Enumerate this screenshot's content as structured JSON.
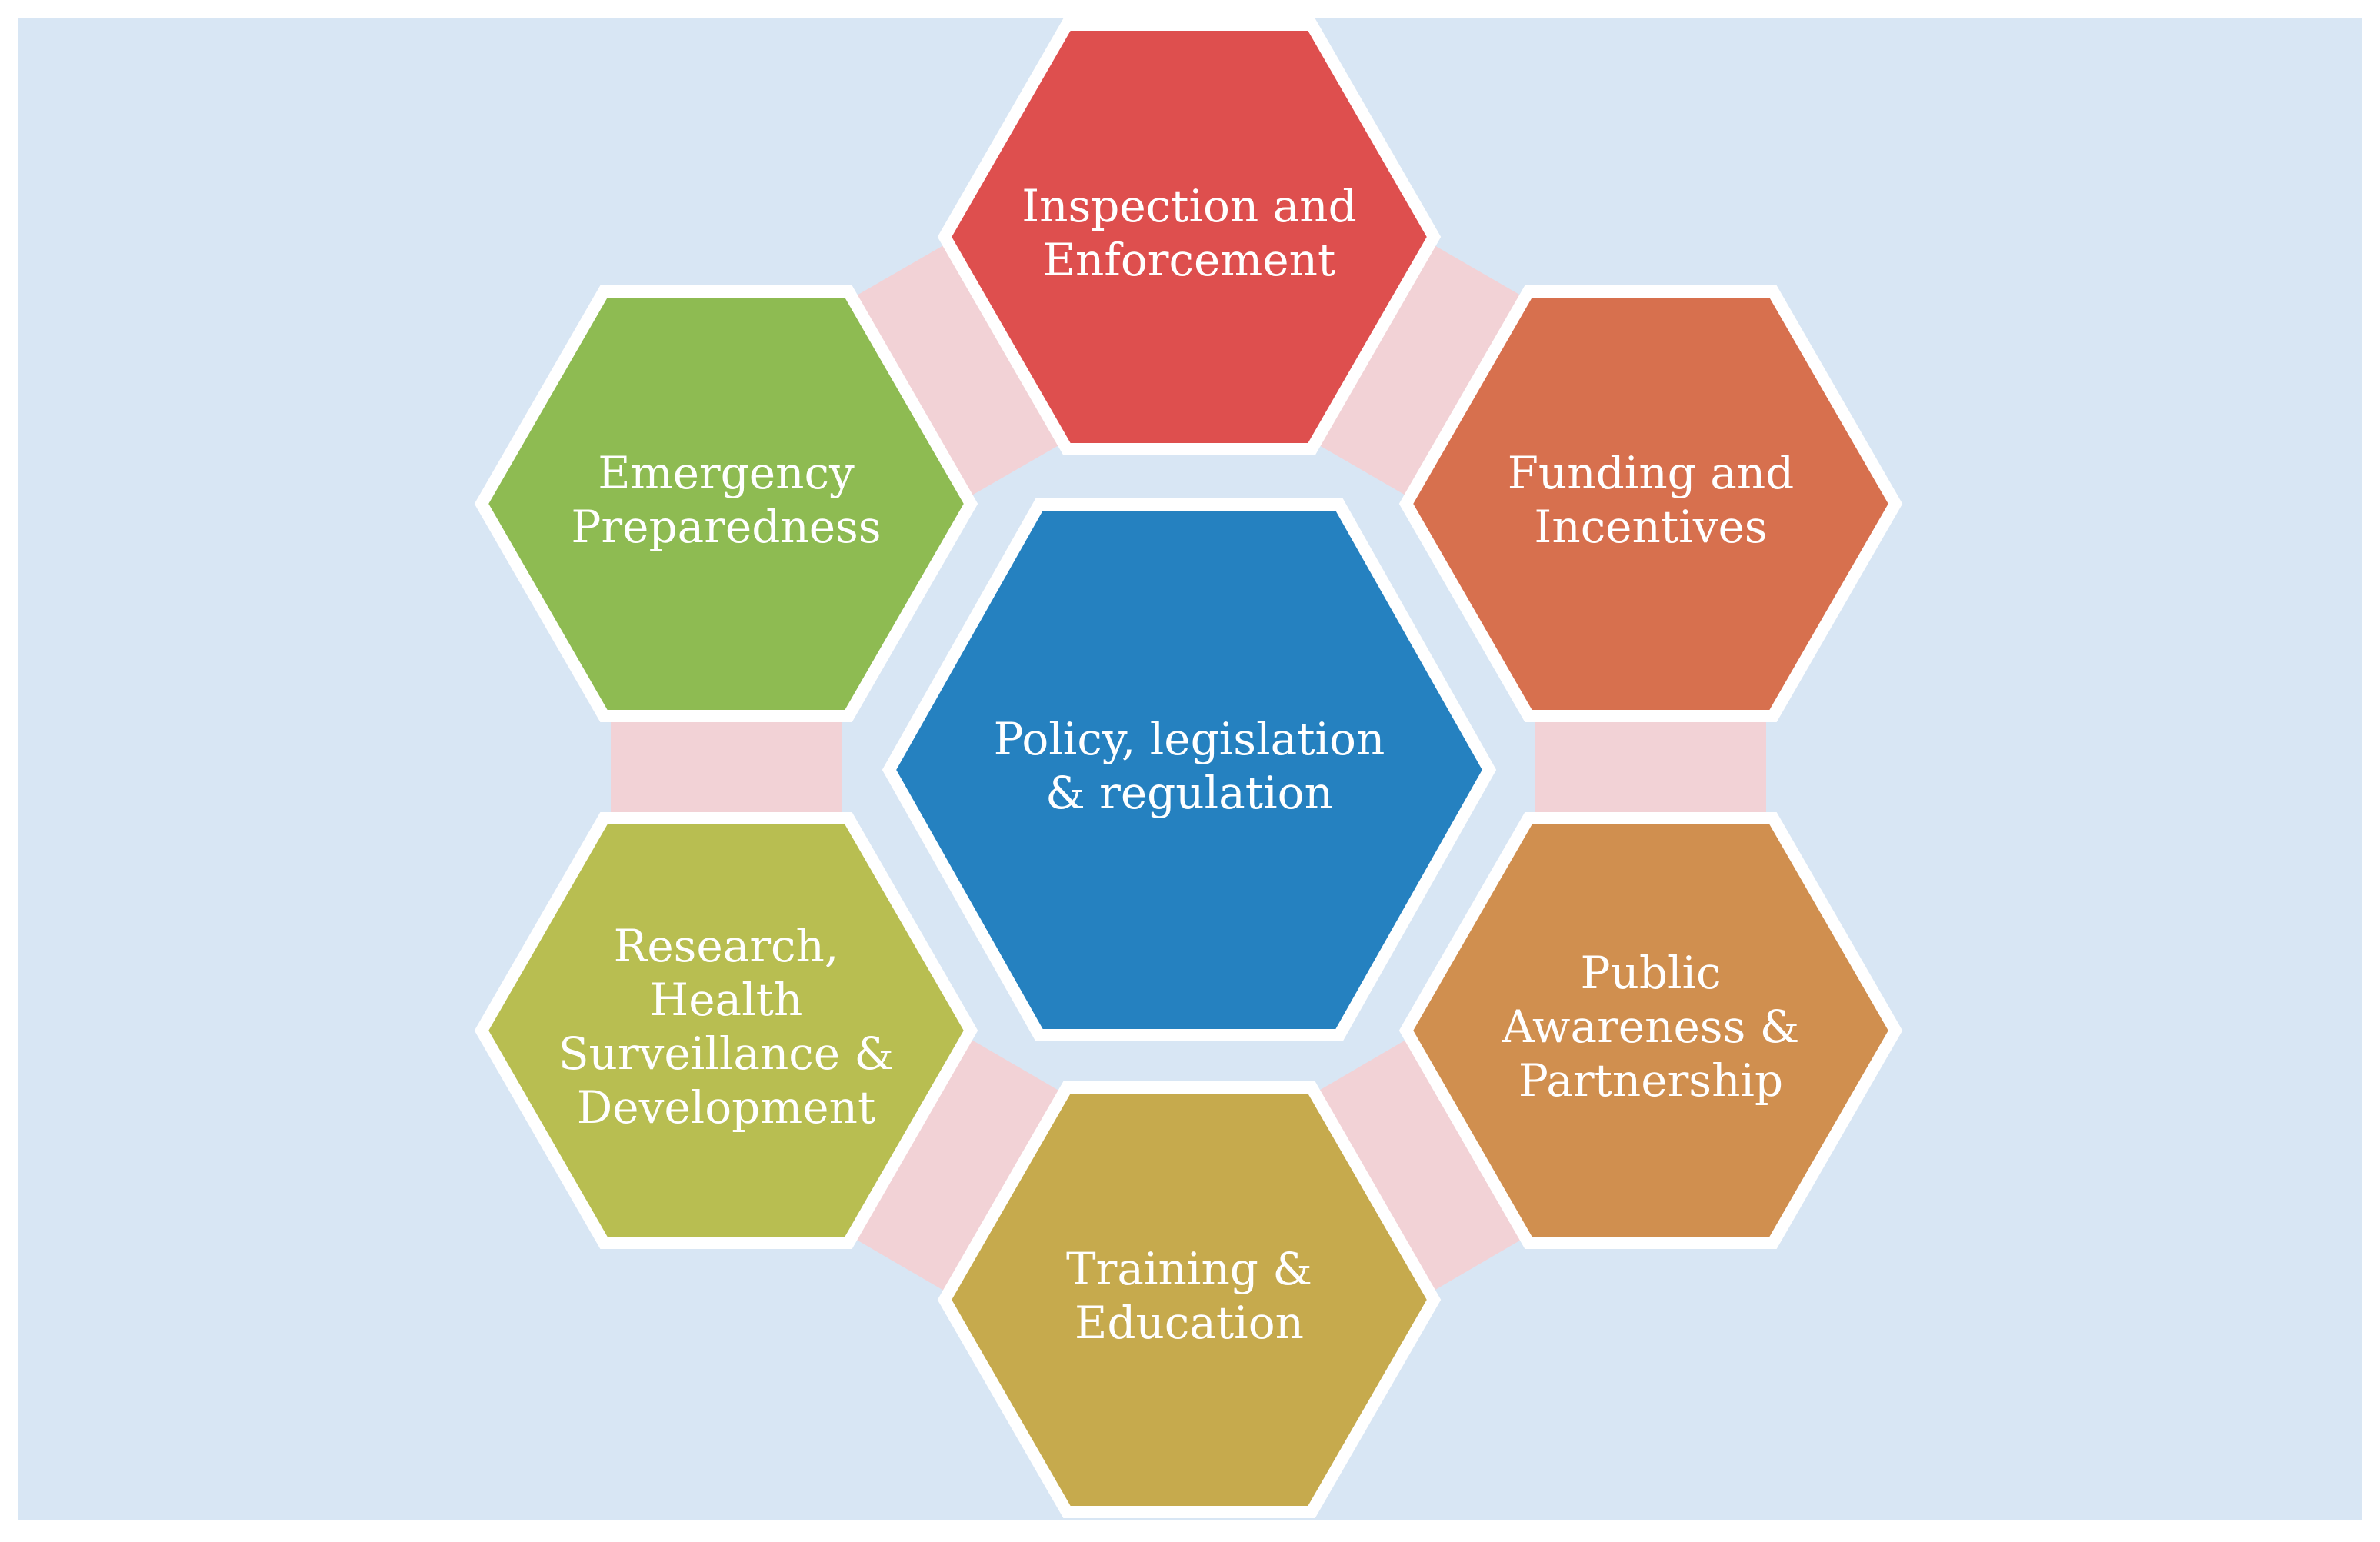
{
  "diagram": {
    "center": {
      "lines": [
        "Policy, legislation",
        "& regulation"
      ],
      "color": "#2581C0"
    },
    "nodes": [
      {
        "id": "inspection",
        "lines": [
          "Inspection and",
          "Enforcement"
        ],
        "color": "#DE4F4E"
      },
      {
        "id": "funding",
        "lines": [
          "Funding and",
          "Incentives"
        ],
        "color": "#D7704E"
      },
      {
        "id": "public",
        "lines": [
          "Public",
          "Awareness &",
          "Partnership"
        ],
        "color": "#D08F4F"
      },
      {
        "id": "training",
        "lines": [
          "Training &",
          "Education"
        ],
        "color": "#C6AA4D"
      },
      {
        "id": "research",
        "lines": [
          "Research,",
          "Health",
          "Surveillance &",
          "Development"
        ],
        "color": "#B8BE51"
      },
      {
        "id": "emergency",
        "lines": [
          "Emergency",
          "Preparedness"
        ],
        "color": "#8EBB52"
      }
    ],
    "colors": {
      "background_panel": "#D8E6F4",
      "connector": "#F2D2D6",
      "hex_border": "#FFFFFF"
    }
  }
}
